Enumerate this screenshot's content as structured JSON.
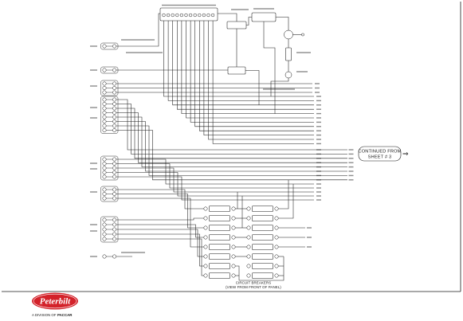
{
  "continued_note": {
    "line1": "CONTINUED FROM",
    "line2": "SHEET # 3",
    "arrow": "⇒"
  },
  "breakers_caption": {
    "title": "CIRCUIT BREAKERS",
    "subtitle": "(VIEW FROM FRONT OF PANEL)"
  },
  "footer": {
    "logo_text": "Peterbilt",
    "division": "A DIVISION OF",
    "company": "PACCAR"
  },
  "colors": {
    "ink": "#1a1a1a",
    "paper": "#ffffff",
    "brand_red": "#d3222a"
  },
  "icons": {
    "continued_arrow": "double-arrow-right-icon",
    "logo": "peterbilt-oval-logo"
  }
}
